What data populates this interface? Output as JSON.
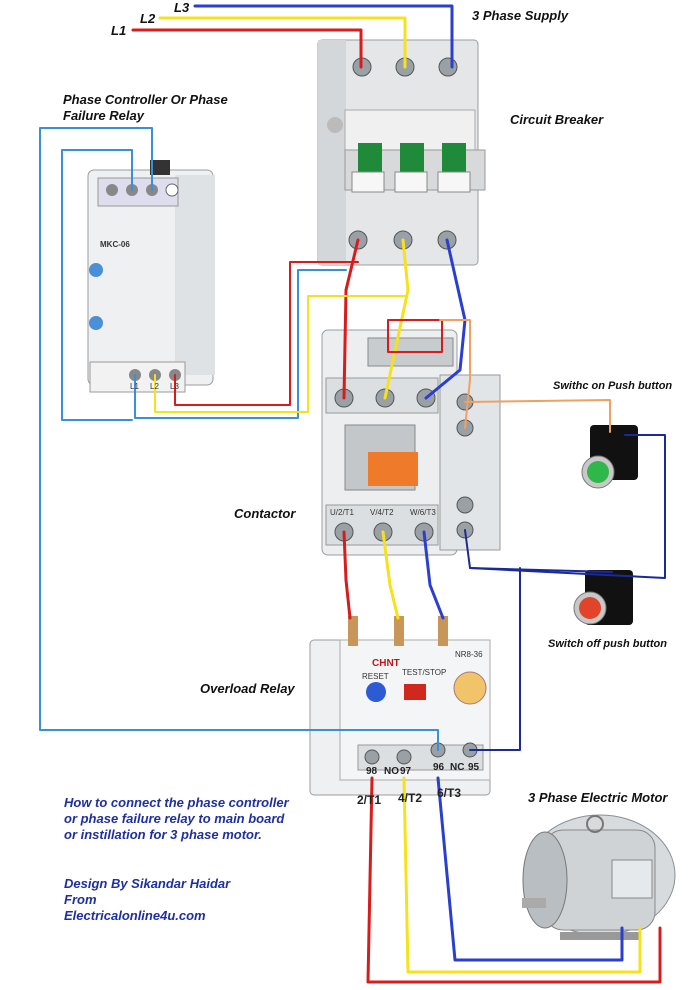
{
  "lines": {
    "l1": "L1",
    "l2": "L2",
    "l3": "L3"
  },
  "labels": {
    "supply": "3 Phase Supply",
    "breaker": "Circuit Breaker",
    "relay_line1": "Phase Controller Or  Phase",
    "relay_line2": "Failure Relay",
    "contactor": "Contactor",
    "overload": "Overload Relay",
    "switch_on": "Swithc on Push button",
    "switch_off": "Switch off push button",
    "motor": "3 Phase Electric Motor"
  },
  "description": {
    "line1": "How to connect the phase controller",
    "line2": "or  phase failure relay to main board",
    "line3": "or instillation for 3 phase motor."
  },
  "credit": {
    "line1": "Design By Sikandar Haidar",
    "line2": "From",
    "line3": "Electricalonline4u.com"
  },
  "devices": {
    "relay_model": "MKC-06",
    "relay_terminals": [
      "L1",
      "L2",
      "L3"
    ],
    "overload_brand": "CHNT",
    "overload_model": "NR8-36",
    "overload_reset": "RESET",
    "overload_test": "TEST/STOP",
    "overload_aux_labels": [
      "98",
      "NO",
      "97",
      "96",
      "NC",
      "95"
    ],
    "overload_out_labels": [
      "2/T1",
      "4/T2",
      "6/T3"
    ],
    "contactor_out_labels": [
      "U/2/T1",
      "V/4/T2",
      "W/6/T3"
    ]
  },
  "colors": {
    "l1_red": "#d81c1c",
    "l2_yellow": "#f5e21a",
    "l3_blue": "#2a3fd0",
    "control_blue": "#3a8fd8",
    "aux_navy": "#1a2a9a",
    "aux_orange": "#f0a060",
    "text_blue": "#1e2fa0"
  }
}
